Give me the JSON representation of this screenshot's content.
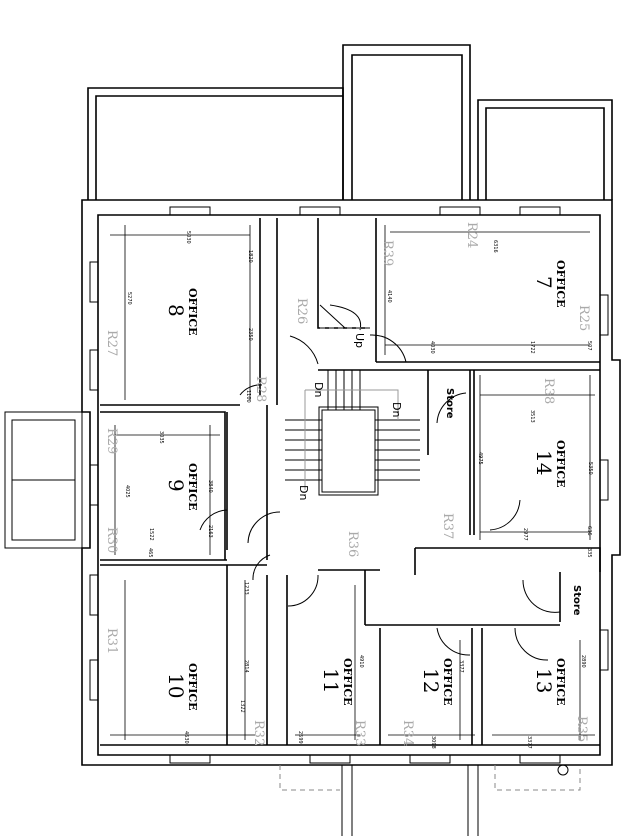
{
  "offices": [
    {
      "id": "office-8",
      "label": "OFFICE",
      "number": "8"
    },
    {
      "id": "office-9",
      "label": "OFFICE",
      "number": "9"
    },
    {
      "id": "office-10",
      "label": "OFFICE",
      "number": "10"
    },
    {
      "id": "office-11",
      "label": "OFFICE",
      "number": "11"
    },
    {
      "id": "office-12",
      "label": "OFFICE",
      "number": "12"
    },
    {
      "id": "office-13",
      "label": "OFFICE",
      "number": "13"
    },
    {
      "id": "office-7",
      "label": "OFFICE",
      "number": "7"
    },
    {
      "id": "office-14",
      "label": "OFFICE",
      "number": "14"
    }
  ],
  "stores": [
    "Store",
    "Store"
  ],
  "stair_labels": {
    "up": "Up",
    "down": "Dn"
  },
  "room_refs": [
    "R24",
    "R25",
    "R26",
    "R27",
    "R28",
    "R29",
    "R30",
    "R31",
    "R32",
    "R33",
    "R34",
    "R35",
    "R36",
    "R37",
    "R38",
    "R39"
  ],
  "dimensions": [
    "5030",
    "1820",
    "5270",
    "2350",
    "1100",
    "3035",
    "3840",
    "4025",
    "2163",
    "1522",
    "465",
    "6316",
    "4140",
    "4030",
    "1722",
    "507",
    "3513",
    "4975",
    "5350",
    "2977",
    "636",
    "335",
    "1233",
    "2814",
    "4630",
    "1322",
    "4910",
    "2599",
    "3377",
    "3098",
    "2890",
    "3377"
  ]
}
